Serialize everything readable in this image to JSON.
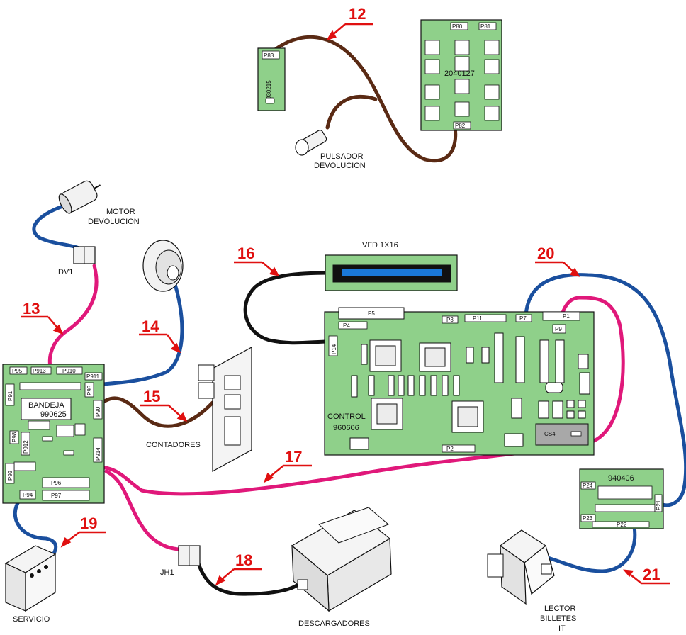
{
  "callouts": {
    "c12": "12",
    "c13": "13",
    "c14": "14",
    "c15": "15",
    "c16": "16",
    "c17": "17",
    "c18": "18",
    "c19": "19",
    "c20": "20",
    "c21": "21"
  },
  "components": {
    "motor_line1": "MOTOR",
    "motor_line2": "DEVOLUCION",
    "dv1": "DV1",
    "pulsador_line1": "PULSADOR",
    "pulsador_line2": "DEVOLUCION",
    "vfd": "VFD 1X16",
    "contadores": "CONTADORES",
    "control_line1": "CONTROL",
    "control_line2": "960606",
    "bandeja_line1": "BANDEJA",
    "bandeja_line2": "990625",
    "keypad_code": "2040127",
    "small_board_code": "930215",
    "bill_board_code": "940406",
    "jh1": "JH1",
    "servicio": "SERVICIO",
    "descargadores": "DESCARGADORES",
    "lector_line1": "LECTOR",
    "lector_line2": "BILLETES",
    "lector_line3": "IT",
    "cs4": "CS4"
  },
  "connectors": {
    "p80": "P80",
    "p81": "P81",
    "p82": "P82",
    "p83": "P83",
    "p95": "P95",
    "p913": "P913",
    "p910": "P910",
    "p911": "P911",
    "p93": "P93",
    "p91": "P91",
    "p90": "P90",
    "p98": "P98",
    "p912": "P912",
    "p92": "P92",
    "p914": "P914",
    "p94": "P94",
    "p96": "P96",
    "p97": "P97",
    "p5": "P5",
    "p3": "P3",
    "p11": "P11",
    "p7": "P7",
    "p1": "P1",
    "p4": "P4",
    "p9": "P9",
    "p14": "P14",
    "p2": "P2",
    "p24": "P24",
    "p23": "P23",
    "p22": "P22",
    "p21": "P21"
  },
  "colors": {
    "board_green": "#8fd08a",
    "cable_brown": "#5a2a14",
    "cable_blue": "#1a4f9e",
    "cable_pink": "#e0187a",
    "cable_black": "#111111",
    "callout_red": "#e01010",
    "vfd_display": "#1a78d8"
  }
}
